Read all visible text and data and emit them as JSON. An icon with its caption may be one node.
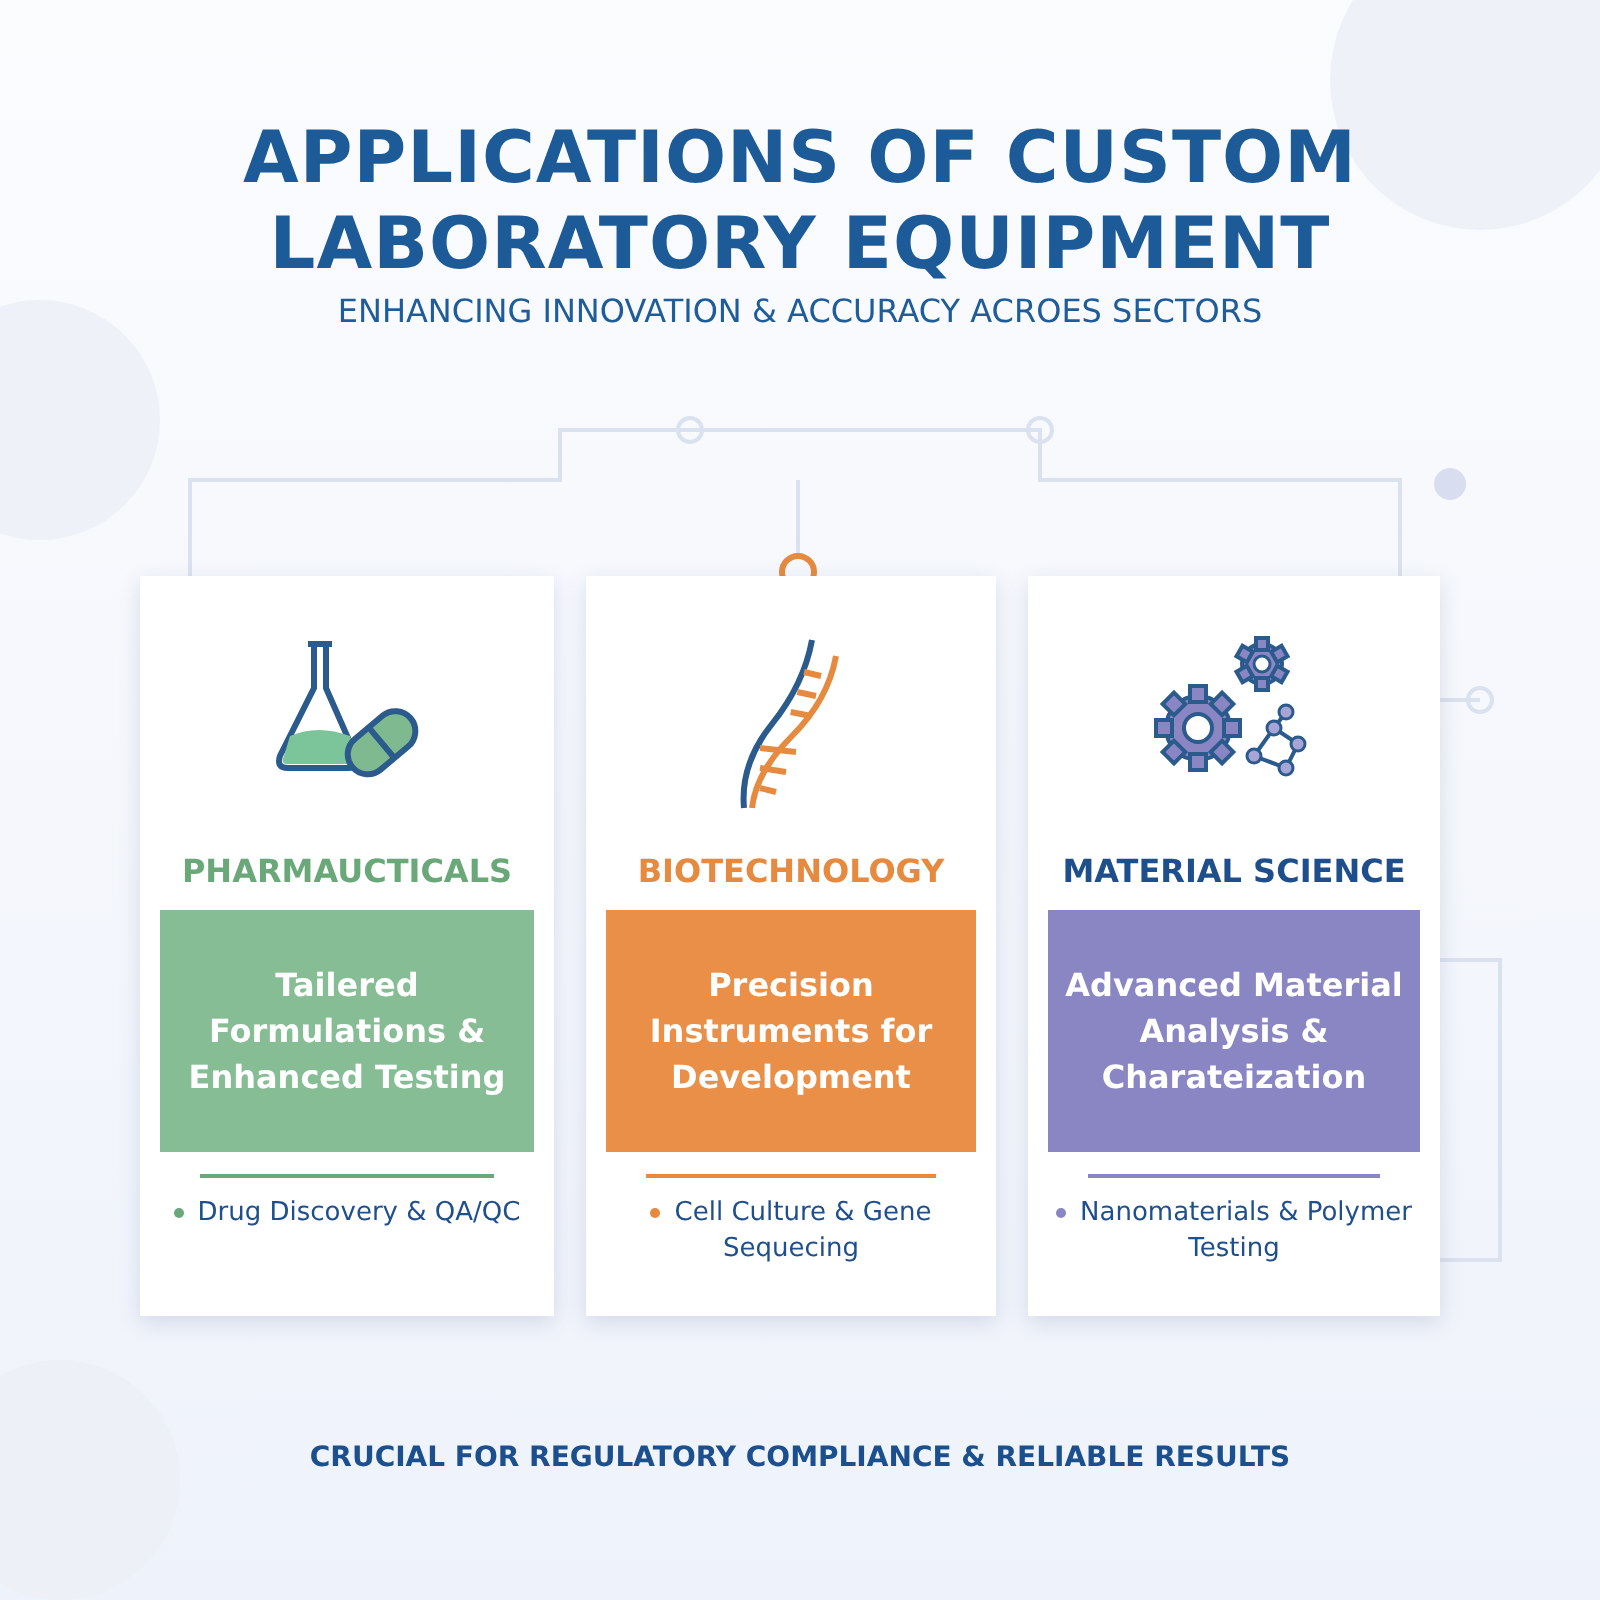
{
  "diagram": {
    "title": "APPLICATIONS OF CUSTOM LABORATORY EQUIPMENT",
    "nodes": [
      {
        "text": [
          "PHARMAUCTICALS",
          "Drug Discovery & QA/QC"
        ]
      },
      {
        "text": [
          "Tailered Formulations & Enhanced Testing"
        ],
        "in": 0
      },
      {
        "text": [
          "BIOTECHNOLOGY",
          "Cell Culture & Gene Sequecing"
        ]
      },
      {
        "text": [
          "Precision Instruments for Development"
        ],
        "in": 2
      },
      {
        "text": [
          "MATERIAL SCIENCE",
          "Nanomaterials & Polymer Testing"
        ]
      },
      {
        "text": [
          "Advanced Material Analysis & Charateization"
        ],
        "in": 4
      }
    ],
    "labels": [
      "ENHANCING INNOVATION & ACCURACY ACROES SECTORS"
    ],
    "caption": "CRUCIAL FOR REGULATORY COMPLIANCE & RELIABLE RESULTS"
  }
}
